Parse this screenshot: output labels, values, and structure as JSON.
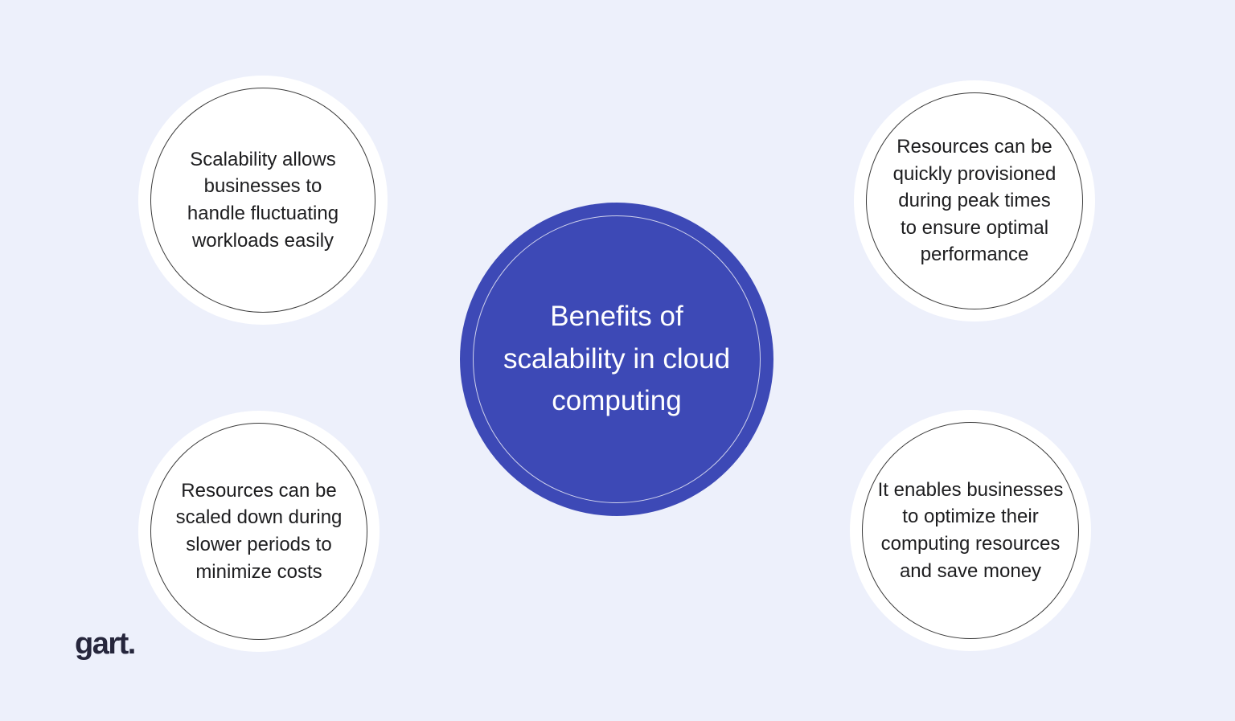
{
  "background_color": "#EDF0FB",
  "center": {
    "title": "Benefits of\nscalability in cloud\ncomputing",
    "fill_color": "#3D49B6",
    "text_color": "#FFFFFF",
    "ring_color": "#FFFFFF"
  },
  "satellites": [
    {
      "position": "top-left",
      "text": "Scalability allows\nbusinesses to\nhandle fluctuating\nworkloads easily"
    },
    {
      "position": "top-right",
      "text": "Resources can be\nquickly provisioned\nduring peak times\nto ensure optimal\nperformance"
    },
    {
      "position": "bottom-left",
      "text": "Resources can be\nscaled down during\nslower periods to\nminimize costs"
    },
    {
      "position": "bottom-right",
      "text": "It enables businesses\nto optimize their\ncomputing resources\nand save money"
    }
  ],
  "satellite_style": {
    "fill_color": "#FFFFFF",
    "outline_color": "#3A3A3A",
    "text_color": "#1D1D1F"
  },
  "logo": {
    "text": "gart."
  }
}
